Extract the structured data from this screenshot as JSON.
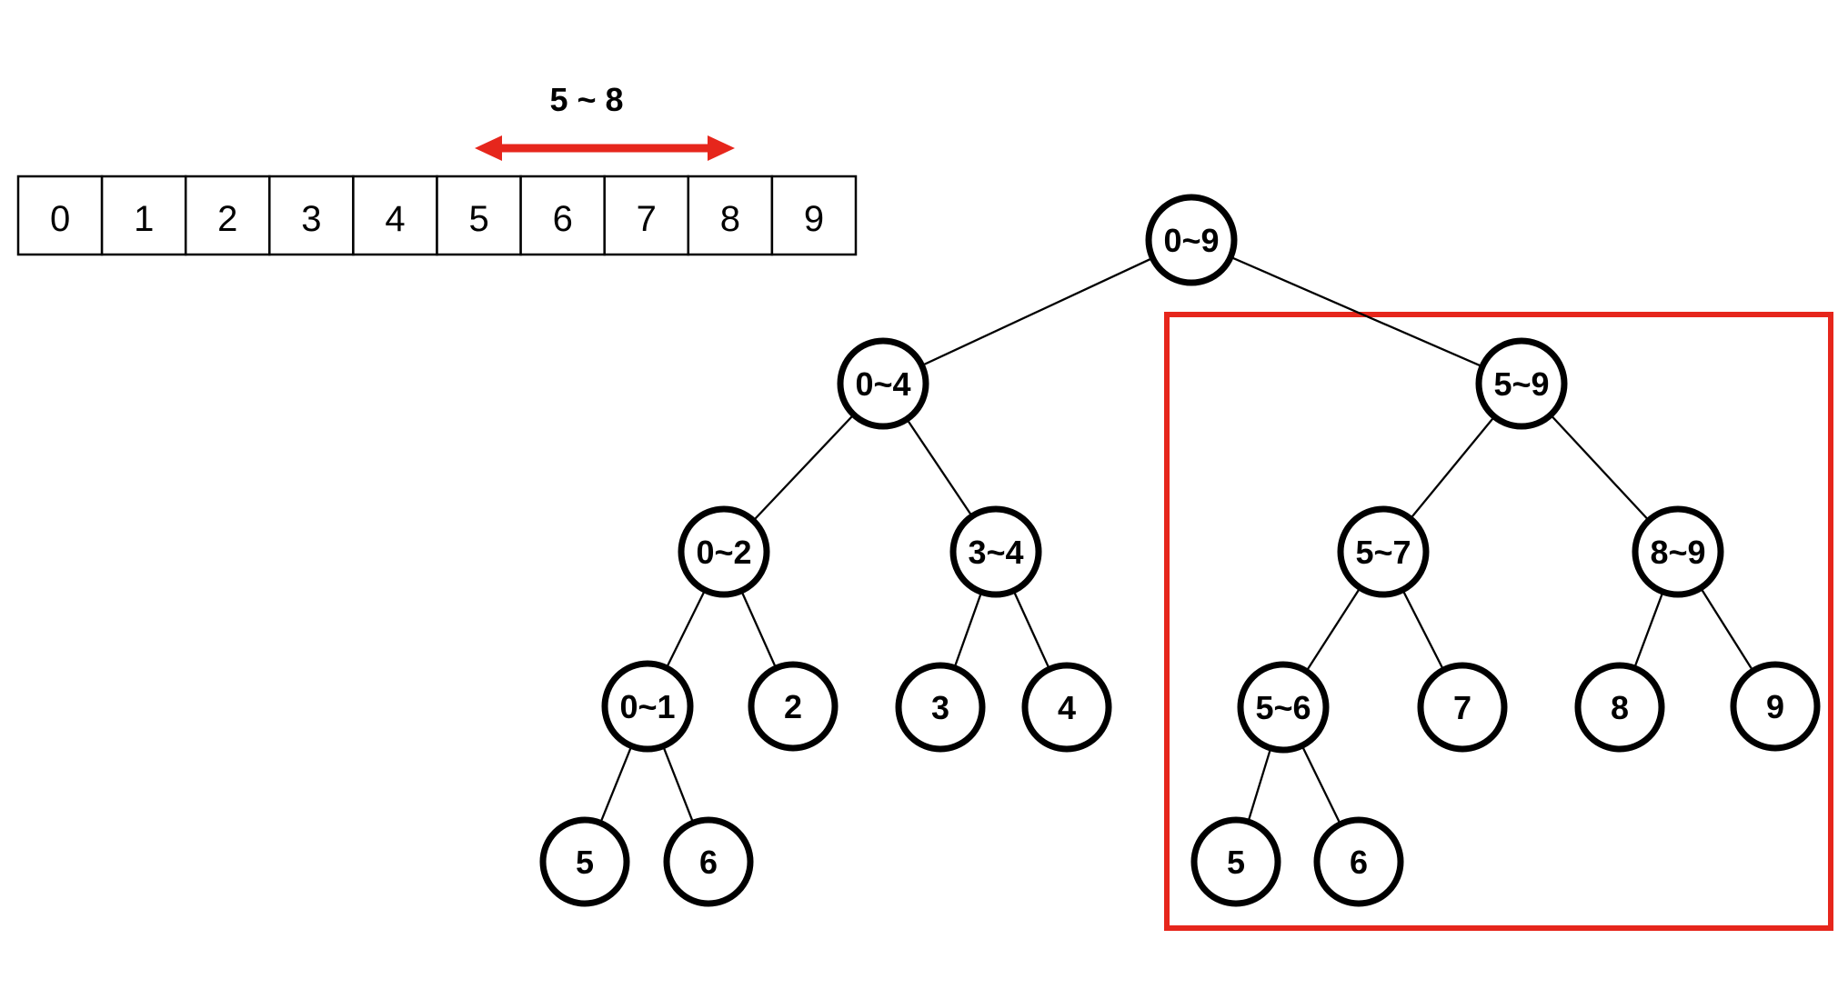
{
  "colors": {
    "accent_red": "#e6261c",
    "ink_black": "#000000",
    "background": "#ffffff"
  },
  "array": {
    "cells": [
      "0",
      "1",
      "2",
      "3",
      "4",
      "5",
      "6",
      "7",
      "8",
      "9"
    ]
  },
  "query_range": {
    "label": "5 ~ 8",
    "start": "5",
    "end": "8"
  },
  "tree": {
    "nodes": [
      {
        "label": "0~9",
        "children": [
          1,
          2
        ]
      },
      {
        "label": "0~4",
        "children": [
          3,
          4
        ]
      },
      {
        "label": "5~9",
        "children": [
          5,
          6
        ]
      },
      {
        "label": "0~2",
        "children": [
          7,
          8
        ]
      },
      {
        "label": "3~4",
        "children": [
          9,
          10
        ]
      },
      {
        "label": "5~7",
        "children": [
          11,
          12
        ]
      },
      {
        "label": "8~9",
        "children": [
          13,
          14
        ]
      },
      {
        "label": "0~1",
        "children": [
          15,
          16
        ]
      },
      {
        "label": "2"
      },
      {
        "label": "3"
      },
      {
        "label": "4"
      },
      {
        "label": "5~6",
        "children": [
          17,
          18
        ]
      },
      {
        "label": "7"
      },
      {
        "label": "8"
      },
      {
        "label": "9"
      },
      {
        "label": "5"
      },
      {
        "label": "6"
      },
      {
        "label": "5"
      },
      {
        "label": "6"
      }
    ]
  },
  "highlight_box": {
    "color": "#e6261c",
    "shape": "rectangle",
    "encloses_label": "5~9"
  }
}
